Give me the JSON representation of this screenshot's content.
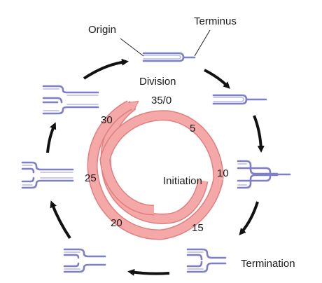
{
  "labels": {
    "origin": "Origin",
    "terminus": "Terminus",
    "division": "Division",
    "initiation": "Initiation",
    "termination": "Termination"
  },
  "spiral_marks": {
    "m35_0": "35/0",
    "m5": "5",
    "m10": "10",
    "m15": "15",
    "m20": "20",
    "m25": "25",
    "m30": "30"
  },
  "colors": {
    "dna_outer": "#7f7fc8",
    "dna_inner": "#b9b9e6",
    "spiral": "#f4a8a8",
    "spiral_edge": "#e07f7f",
    "arrows": "#111111"
  }
}
